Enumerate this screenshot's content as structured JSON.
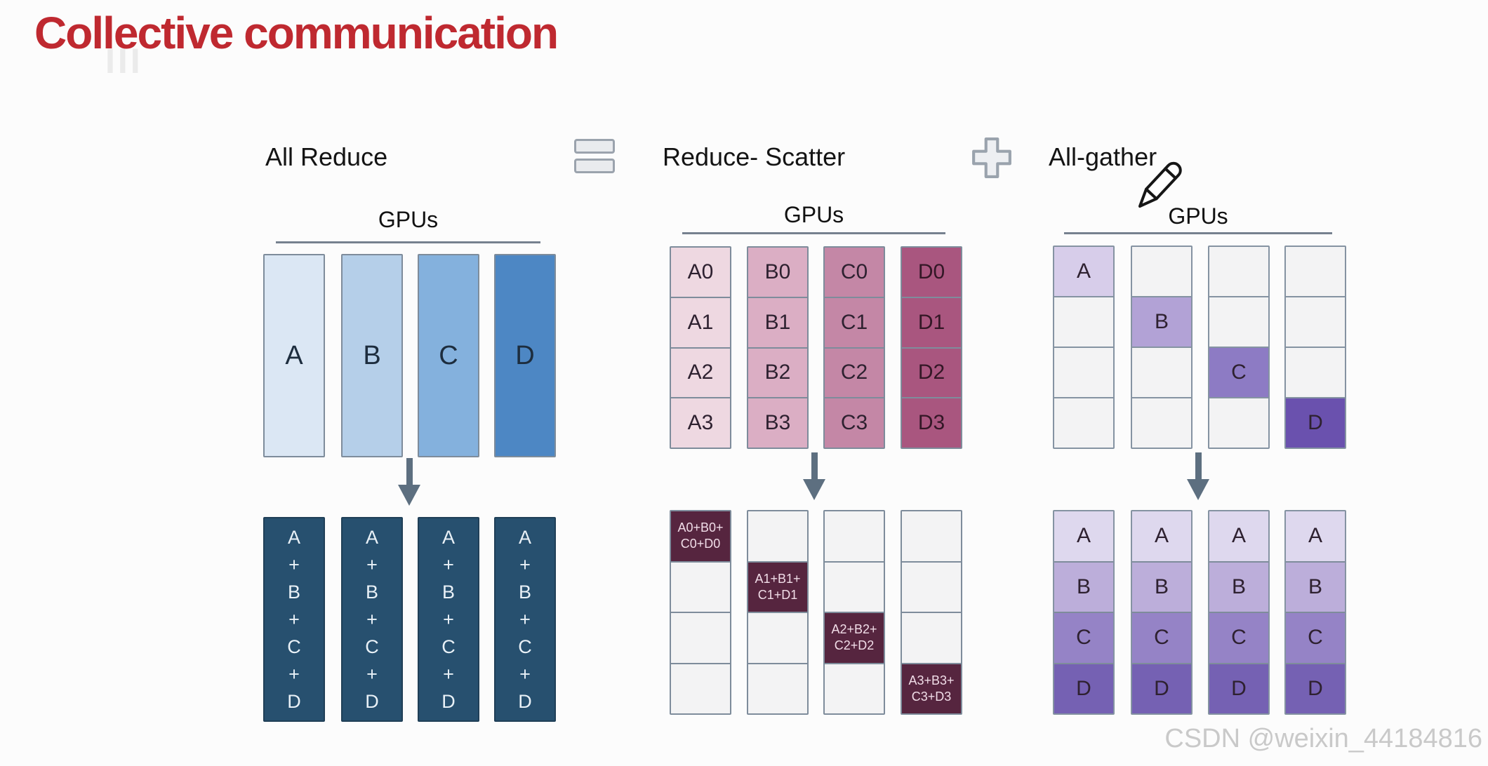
{
  "title": "Collective communication",
  "title_artifact": "III",
  "watermark": "CSDN @weixin_44184816",
  "icons": {
    "equals_icon": "=",
    "plus_icon": "+",
    "pencil_icon": "✎",
    "arrow_down_icon": "↓"
  },
  "colors": {
    "title_red": "#bf2930",
    "arrow_gray": "#5d6f80",
    "grid_border": "#7e8c9b",
    "empty_cell": "#f3f3f4",
    "navy_sum": "#27506f",
    "maroon_result": "#56253f",
    "blues": [
      "#dbe7f4",
      "#b5cfe9",
      "#84b1dd",
      "#4d87c4"
    ],
    "pinks": [
      "#eed8e1",
      "#dbaec4",
      "#c487a6",
      "#a9567f"
    ],
    "purples_diagonal": [
      "#d7cdea",
      "#b2a2d6",
      "#8d7bc4",
      "#6a51ae"
    ],
    "purples_rows": [
      "#ded8ee",
      "#bcaeda",
      "#9583c6",
      "#7561b3"
    ]
  },
  "sections": {
    "all_reduce": {
      "label": "All Reduce",
      "gpus_label": "GPUs",
      "columns": [
        "A",
        "B",
        "C",
        "D"
      ],
      "sum_text": "A\n+\nB\n+\nC\n+\nD"
    },
    "reduce_scatter": {
      "label": "Reduce- Scatter",
      "gpus_label": "GPUs",
      "columns": [
        [
          "A0",
          "A1",
          "A2",
          "A3"
        ],
        [
          "B0",
          "B1",
          "B2",
          "B3"
        ],
        [
          "C0",
          "C1",
          "C2",
          "C3"
        ],
        [
          "D0",
          "D1",
          "D2",
          "D3"
        ]
      ],
      "results": [
        "A0+B0+\nC0+D0",
        "A1+B1+\nC1+D1",
        "A2+B2+\nC2+D2",
        "A3+B3+\nC3+D3"
      ]
    },
    "all_gather": {
      "label": "All-gather",
      "gpus_label": "GPUs",
      "diagonal": [
        "A",
        "B",
        "C",
        "D"
      ],
      "rows": [
        "A",
        "B",
        "C",
        "D"
      ]
    }
  }
}
